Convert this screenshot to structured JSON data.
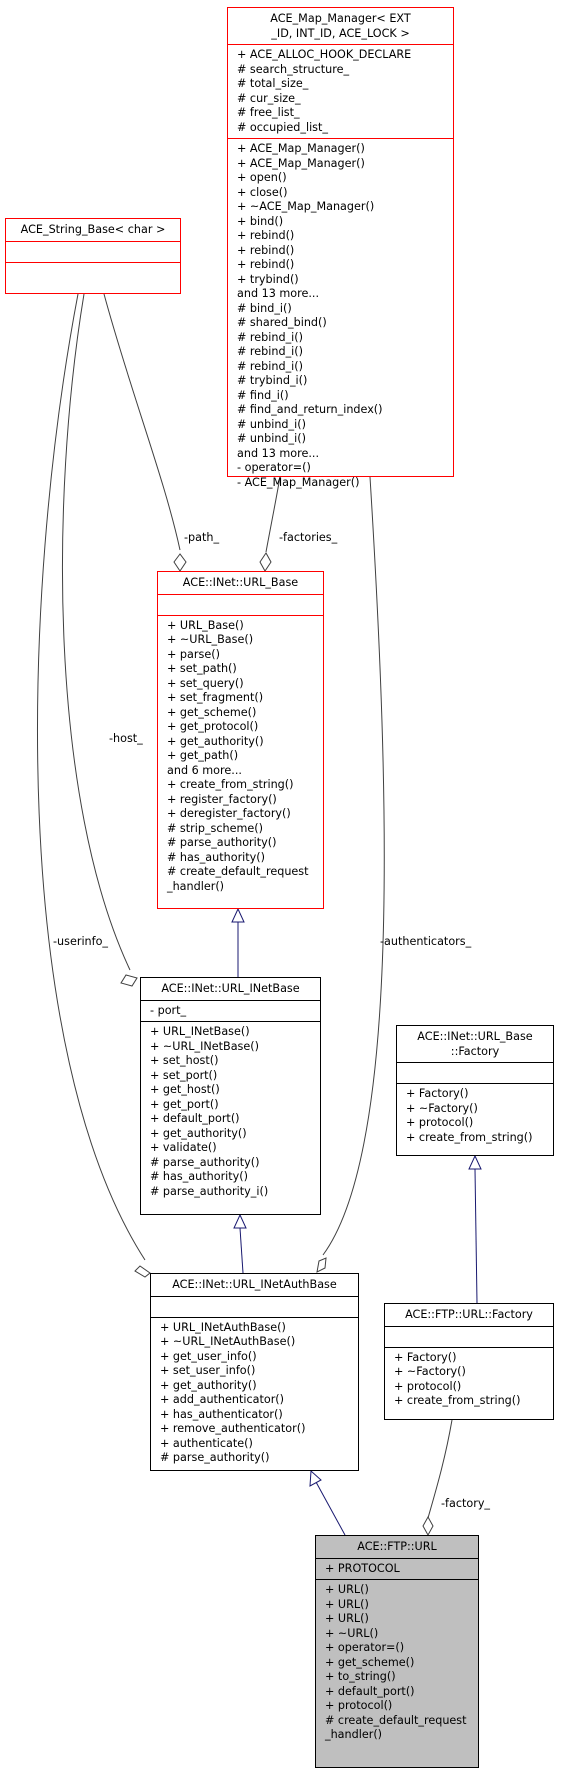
{
  "classes": {
    "map_manager": {
      "title": "ACE_Map_Manager< EXT\n_ID, INT_ID, ACE_LOCK >",
      "attributes": [
        "+ ACE_ALLOC_HOOK_DECLARE",
        "# search_structure_",
        "# total_size_",
        "# cur_size_",
        "# free_list_",
        "# occupied_list_"
      ],
      "methods": [
        "+ ACE_Map_Manager()",
        "+ ACE_Map_Manager()",
        "+ open()",
        "+ close()",
        "+ ~ACE_Map_Manager()",
        "+ bind()",
        "+ rebind()",
        "+ rebind()",
        "+ rebind()",
        "+ trybind()",
        "and 13 more...",
        "# bind_i()",
        "# shared_bind()",
        "# rebind_i()",
        "# rebind_i()",
        "# rebind_i()",
        "# trybind_i()",
        "# find_i()",
        "# find_and_return_index()",
        "# unbind_i()",
        "# unbind_i()",
        "and 13 more...",
        "- operator=()",
        "- ACE_Map_Manager()"
      ]
    },
    "string_base": {
      "title": "ACE_String_Base< char >",
      "attributes": [],
      "methods": []
    },
    "url_base": {
      "title": "ACE::INet::URL_Base",
      "attributes": [],
      "methods": [
        "+ URL_Base()",
        "+ ~URL_Base()",
        "+ parse()",
        "+ set_path()",
        "+ set_query()",
        "+ set_fragment()",
        "+ get_scheme()",
        "+ get_protocol()",
        "+ get_authority()",
        "+ get_path()",
        "and 6 more...",
        "+ create_from_string()",
        "+ register_factory()",
        "+ deregister_factory()",
        "# strip_scheme()",
        "# parse_authority()",
        "# has_authority()",
        "# create_default_request\n_handler()"
      ]
    },
    "url_inetbase": {
      "title": "ACE::INet::URL_INetBase",
      "attributes": [
        "- port_"
      ],
      "methods": [
        "+ URL_INetBase()",
        "+ ~URL_INetBase()",
        "+ set_host()",
        "+ set_port()",
        "+ get_host()",
        "+ get_port()",
        "+ default_port()",
        "+ get_authority()",
        "+ validate()",
        "# parse_authority()",
        "# has_authority()",
        "# parse_authority_i()"
      ]
    },
    "url_base_factory": {
      "title": "ACE::INet::URL_Base\n::Factory",
      "attributes": [],
      "methods": [
        "+ Factory()",
        "+ ~Factory()",
        "+ protocol()",
        "+ create_from_string()"
      ]
    },
    "url_inetauthbase": {
      "title": "ACE::INet::URL_INetAuthBase",
      "attributes": [],
      "methods": [
        "+ URL_INetAuthBase()",
        "+ ~URL_INetAuthBase()",
        "+ get_user_info()",
        "+ set_user_info()",
        "+ get_authority()",
        "+ add_authenticator()",
        "+ has_authenticator()",
        "+ remove_authenticator()",
        "+ authenticate()",
        "# parse_authority()"
      ]
    },
    "ftp_url_factory": {
      "title": "ACE::FTP::URL::Factory",
      "attributes": [],
      "methods": [
        "+ Factory()",
        "+ ~Factory()",
        "+ protocol()",
        "+ create_from_string()"
      ]
    },
    "ftp_url": {
      "title": "ACE::FTP::URL",
      "attributes": [
        "+ PROTOCOL"
      ],
      "methods": [
        "+ URL()",
        "+ URL()",
        "+ URL()",
        "+ ~URL()",
        "+ operator=()",
        "+ get_scheme()",
        "+ to_string()",
        "+ default_port()",
        "+ protocol()",
        "# create_default_request\n_handler()"
      ]
    }
  },
  "labels": {
    "path": "-path_",
    "factories": "-factories_",
    "host": "-host_",
    "userinfo": "-userinfo_",
    "authenticators": "-authenticators_",
    "factory": "-factory_"
  },
  "colors": {
    "highlight_border": "#ff0000",
    "inheritance_edge": "#191970",
    "usage_edge": "#404040",
    "current_class_fill": "#bfbfbf"
  }
}
